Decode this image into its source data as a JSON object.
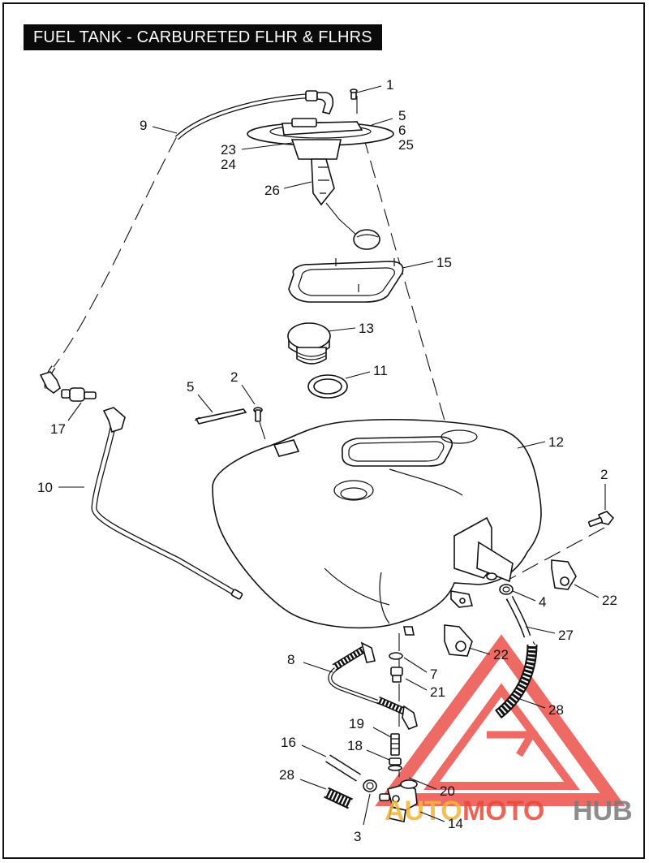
{
  "title": "FUEL TANK - CARBURETED FLHR & FLHRS",
  "watermark": {
    "part_a": "AUTO",
    "part_b": "MOTO",
    "part_c": "HUB",
    "colors": {
      "triangle": "#e8413a",
      "auto": "#f2b53a",
      "moto": "#e74a3a",
      "hub": "#7a7a7a"
    }
  },
  "callouts": {
    "c1": "1",
    "c5a": "5",
    "c6": "6",
    "c25": "25",
    "c9": "9",
    "c23": "23",
    "c24": "24",
    "c26": "26",
    "c15": "15",
    "c13": "13",
    "c11": "11",
    "c5b": "5",
    "c2a": "2",
    "c17": "17",
    "c12": "12",
    "c10": "10",
    "c2b": "2",
    "c4": "4",
    "c22a": "22",
    "c27": "27",
    "c22b": "22",
    "c8": "8",
    "c7": "7",
    "c21": "21",
    "c28a": "28",
    "c19": "19",
    "c16": "16",
    "c18": "18",
    "c28b": "28",
    "c20": "20",
    "c3": "3",
    "c14": "14"
  }
}
